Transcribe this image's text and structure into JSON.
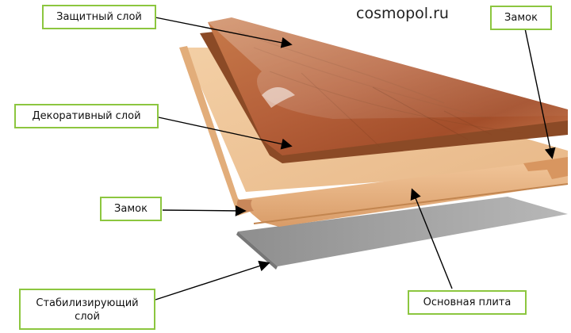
{
  "watermark": "cosmopol.ru",
  "labels": {
    "protective_layer": "Защитный слой",
    "decorative_layer": "Декоративный слой",
    "lock_left": "Замок",
    "lock_right": "Замок",
    "stabilizing_layer": "Стабилизирующий слой",
    "base_board": "Основная плита"
  },
  "colors": {
    "label_border": "#8cc63f",
    "arrow": "#000000",
    "wood_top": "#b8643a",
    "hdf_core": "#e9b98a",
    "backing": "#9a9a9a"
  }
}
